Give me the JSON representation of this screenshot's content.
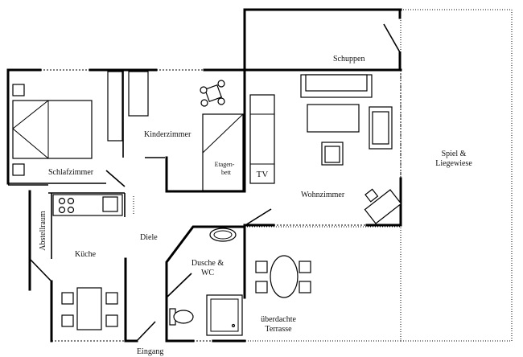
{
  "rooms": {
    "schuppen": "Schuppen",
    "spiel_line1": "Spiel &",
    "spiel_line2": "Liegewiese",
    "kinderzimmer": "Kinderzimmer",
    "etagenbett_line1": "Etagen-",
    "etagenbett_line2": "bett",
    "tv": "TV",
    "schlafzimmer": "Schlafzimmer",
    "wohnzimmer": "Wohnzimmer",
    "abstellraum": "Abstellraum",
    "diele": "Diele",
    "kueche": "Küche",
    "dusche_line1": "Dusche &",
    "dusche_line2": "WC",
    "terrasse_line1": "überdachte",
    "terrasse_line2": "Terrasse",
    "eingang": "Eingang"
  }
}
